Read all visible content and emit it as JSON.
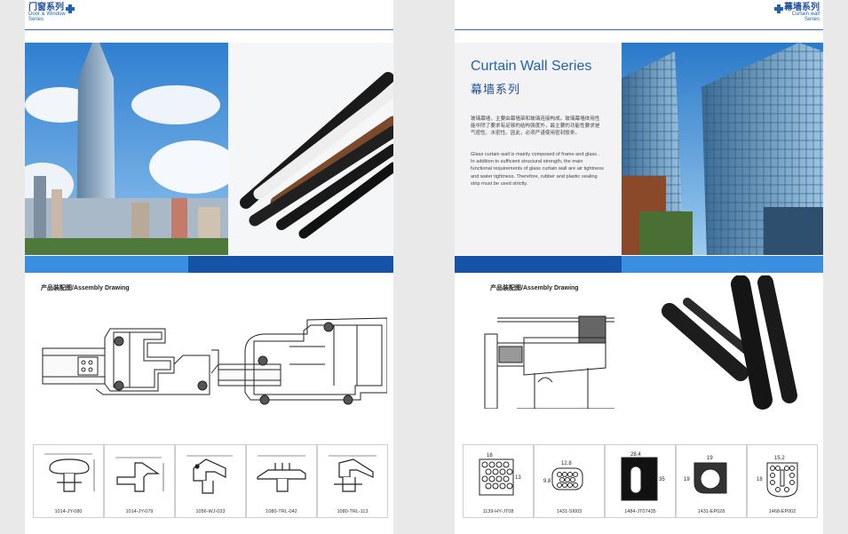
{
  "left_page": {
    "header": {
      "title_cn": "门窗系列",
      "title_en_line1": "Door & Window",
      "title_en_line2": "Series"
    },
    "section_label": "产品装配图/Assembly Drawing",
    "profiles": [
      {
        "code": "1014-JY-080"
      },
      {
        "code": "1014-JY-079"
      },
      {
        "code": "1056-WJ-033"
      },
      {
        "code": "1080-TRL-042"
      },
      {
        "code": "1080-TRL-113"
      }
    ]
  },
  "right_page": {
    "header": {
      "title_cn": "幕墙系列",
      "title_en_line1": "Curtain wall",
      "title_en_line2": "Series"
    },
    "title_en": "Curtain Wall Series",
    "title_cn": "幕墙系列",
    "desc_cn": "玻璃幕墙，主要由幕墙架和玻璃连接构成。玻璃幕墙体用性能中除了要求有足够的结构强度外，最主要的功能性要求是气密性、水密性。因此，必须严谨使用密封胶条。",
    "desc_en": "Glass curtain wall is mainly composed of frame and glass . In addition to sufficient structural strength, the main functional requirements of glass curtain wall are air tightness and water tightness. Therefore, rubber and plastic sealing strip must be used strictly.",
    "section_label": "产品装配图/Assembly Drawing",
    "profiles": [
      {
        "code": "1139-HY-JT08",
        "dims": [
          "16",
          "13"
        ]
      },
      {
        "code": "1431-SI003",
        "dims": [
          "12.8",
          "9.8"
        ]
      },
      {
        "code": "1484-JT07435",
        "dims": [
          "28.4",
          "35"
        ]
      },
      {
        "code": "1431-EP028",
        "dims": [
          "19",
          "19"
        ]
      },
      {
        "code": "1468-EP002",
        "dims": [
          "15.2",
          "18"
        ]
      }
    ]
  },
  "colors": {
    "accent": "#1f63b3",
    "bar_light": "#3b8fe0",
    "bar_dark": "#1553a6"
  }
}
